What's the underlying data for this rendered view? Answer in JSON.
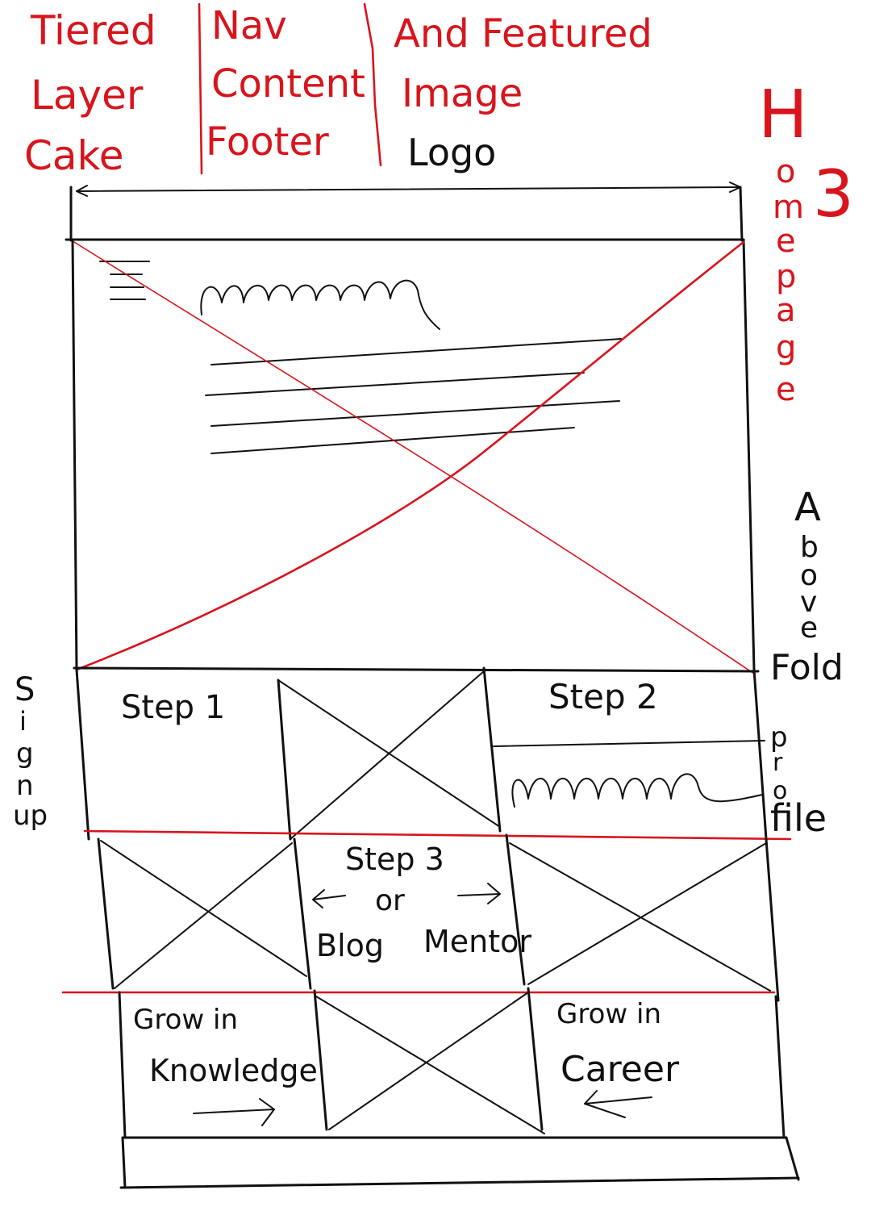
{
  "legend": {
    "col1": [
      "Tiered",
      "Layer",
      "Cake"
    ],
    "col2": [
      "Nav",
      "Content",
      "Footer"
    ],
    "col3_line1": "And Featured",
    "col3_line2": "Image",
    "col3_line3": "Logo"
  },
  "page_title": "Homepage",
  "page_number": "3",
  "above_label": "Above",
  "fold_label": "Fold",
  "signup_label": "Sign up",
  "profile_label": "profile",
  "step1_label": "Step 1",
  "step2_label": "Step 2",
  "step3_label": "Step 3",
  "step3_or": "or",
  "step3_blog": "Blog",
  "step3_mentor": "Mentor",
  "grow_knowledge_line1": "Grow in",
  "grow_knowledge_line2": "Knowledge",
  "grow_career_line1": "Grow in",
  "grow_career_line2": "Career",
  "colors": {
    "annotation": "#d8141c",
    "wireframe": "#111111",
    "background": "#ffffff"
  },
  "icons": {
    "menu": "hamburger-icon"
  }
}
